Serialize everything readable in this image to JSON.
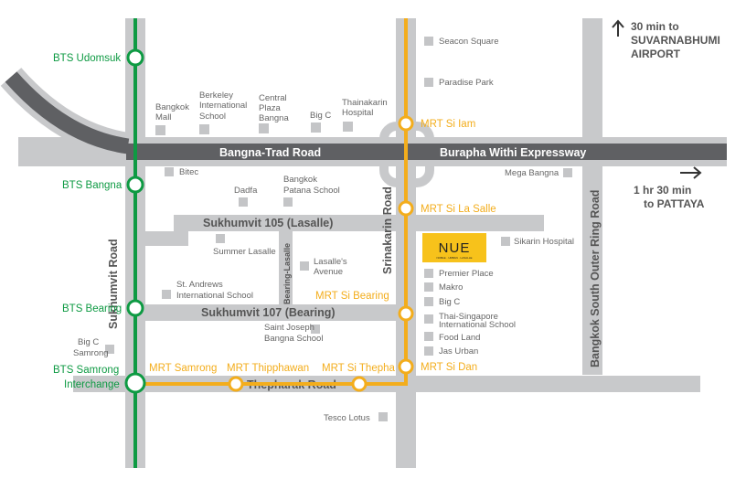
{
  "roads": {
    "bangna_trad": "Bangna-Trad Road",
    "burapha": "Burapha Withi Expressway",
    "sukhumvit": "Sukhumvit Road",
    "srinakarin": "Srinakarin Road",
    "outer_ring": "Bangkok South Outer Ring Road",
    "soi105": "Sukhumvit 105 (Lasalle)",
    "soi107": "Sukhumvit 107 (Bearing)",
    "bearing_lasalle": "Bearing-Lasalle",
    "thepharak": "Thepharak Road"
  },
  "bts": [
    "BTS Udomsuk",
    "BTS Bangna",
    "BTS Bearing",
    "BTS Samrong",
    "Interchange"
  ],
  "mrt": [
    "MRT Si Iam",
    "MRT Si La Salle",
    "MRT Si Bearing",
    "MRT Si Dan",
    "MRT Samrong",
    "MRT Thipphawan",
    "MRT Si Thepha"
  ],
  "pois": {
    "bangkok_mall": [
      "Bangkok",
      "Mall"
    ],
    "berkeley": [
      "Berkeley",
      "International",
      "School"
    ],
    "central": [
      "Central",
      "Plaza",
      "Bangna"
    ],
    "bigc1": "Big C",
    "thainakarin": [
      "Thainakarin",
      "Hospital"
    ],
    "seacon": "Seacon Square",
    "paradise": "Paradise Park",
    "mega": "Mega Bangna",
    "bitec": "Bitec",
    "dadfa": "Dadfa",
    "patana": [
      "Bangkok",
      "Patana School"
    ],
    "summer": "Summer Lasalle",
    "lasalles": [
      "Lasalle's",
      "Avenue"
    ],
    "standrews": [
      "St. Andrews",
      "International School"
    ],
    "saintjoseph": [
      "Saint Joseph",
      "Bangna School"
    ],
    "bigc_samrong": [
      "Big C",
      "Samrong"
    ],
    "sikarin": "Sikarin Hospital",
    "premier": "Premier Place",
    "makro": "Makro",
    "bigc2": "Big C",
    "thaising": [
      "Thai-Singapore",
      "International School"
    ],
    "foodland": "Food Land",
    "jas": "Jas Urban",
    "tesco": "Tesco Lotus"
  },
  "destinations": {
    "airport": [
      "30 min to",
      "SUVARNABHUMI",
      "AIRPORT"
    ],
    "pattaya": [
      "1 hr 30 min",
      "to PATTAYA"
    ]
  },
  "logo": {
    "name": "NUE",
    "tagline": "NOBLE · URBAN · LASALLE"
  },
  "colors": {
    "bts": "#0e9a43",
    "mrt": "#f3ad1c",
    "expressway": "#5f6063",
    "road": "#c8c9cb",
    "logo_bg": "#f7c21b"
  }
}
